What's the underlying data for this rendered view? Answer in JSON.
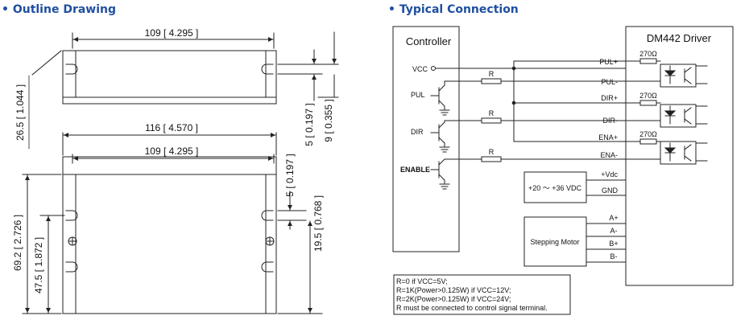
{
  "headings": {
    "outline": "• Outline Drawing",
    "connection": "• Typical Connection"
  },
  "outline": {
    "dims": {
      "top_width": "109 [ 4.295 ]",
      "height_top": "26.5 [ 1.044 ]",
      "dim_5_top": "5 [ 0.197 ]",
      "dim_9": "9 [ 0.355 ]",
      "base_width": "116 [ 4.570 ]",
      "inner_width": "109 [ 4.295 ]",
      "dim_5_side": "5 [ 0.197 ]",
      "dim_19_5": "19.5 [ 0.768 ]",
      "dim_69_2": "69.2 [ 2.726 ]",
      "dim_47_5": "47.5 [ 1.872 ]"
    }
  },
  "connection": {
    "controller_title": "Controller",
    "driver_title": "DM442 Driver",
    "vcc": "VCC",
    "pul": "PUL",
    "dir": "DIR",
    "enable": "ENABLE",
    "r_label": "R",
    "resistor_label": "270Ω",
    "terminals": [
      "PUL+",
      "PUL-",
      "DIR+",
      "DIR-",
      "ENA+",
      "ENA-"
    ],
    "power_terms": [
      "+Vdc",
      "GND"
    ],
    "power_label": "+20 ～ +36 VDC",
    "motor_terms": [
      "A+",
      "A-",
      "B+",
      "B-"
    ],
    "motor_label": "Stepping Motor",
    "notes": [
      "R=0 if VCC=5V;",
      "R=1K(Power>0.125W) if VCC=12V;",
      "R=2K(Power>0.125W) if VCC=24V;",
      "R must be connected to control signal terminal."
    ]
  }
}
